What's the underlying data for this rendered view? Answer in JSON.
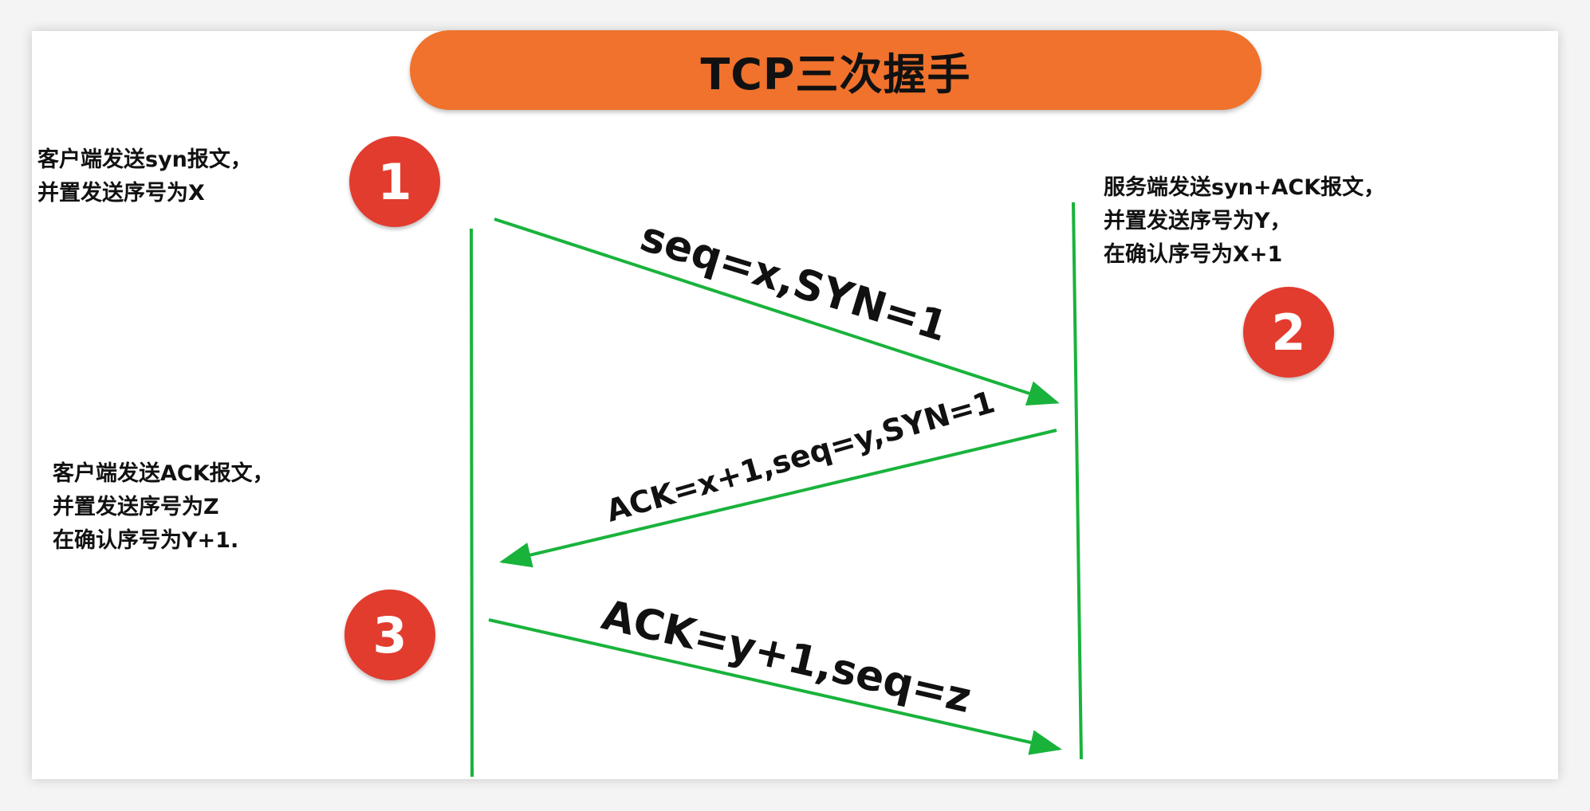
{
  "title": "TCP三次握手",
  "colors": {
    "title_bg": "#f0722d",
    "badge_bg": "#e23c2f",
    "line": "#19b33c"
  },
  "steps": [
    {
      "badge": "1",
      "note_lines": [
        "客户端发送syn报文，",
        "并置发送序号为X"
      ]
    },
    {
      "badge": "2",
      "note_lines": [
        "服务端发送syn+ACK报文，",
        "并置发送序号为Y，",
        "在确认序号为X+1"
      ]
    },
    {
      "badge": "3",
      "note_lines": [
        "客户端发送ACK报文，",
        "并置发送序号为Z",
        "在确认序号为Y+1."
      ]
    }
  ],
  "messages": [
    {
      "label": "seq=x,SYN=1"
    },
    {
      "label": "ACK=x+1,seq=y,SYN=1"
    },
    {
      "label": "ACK=y+1,seq=z"
    }
  ]
}
